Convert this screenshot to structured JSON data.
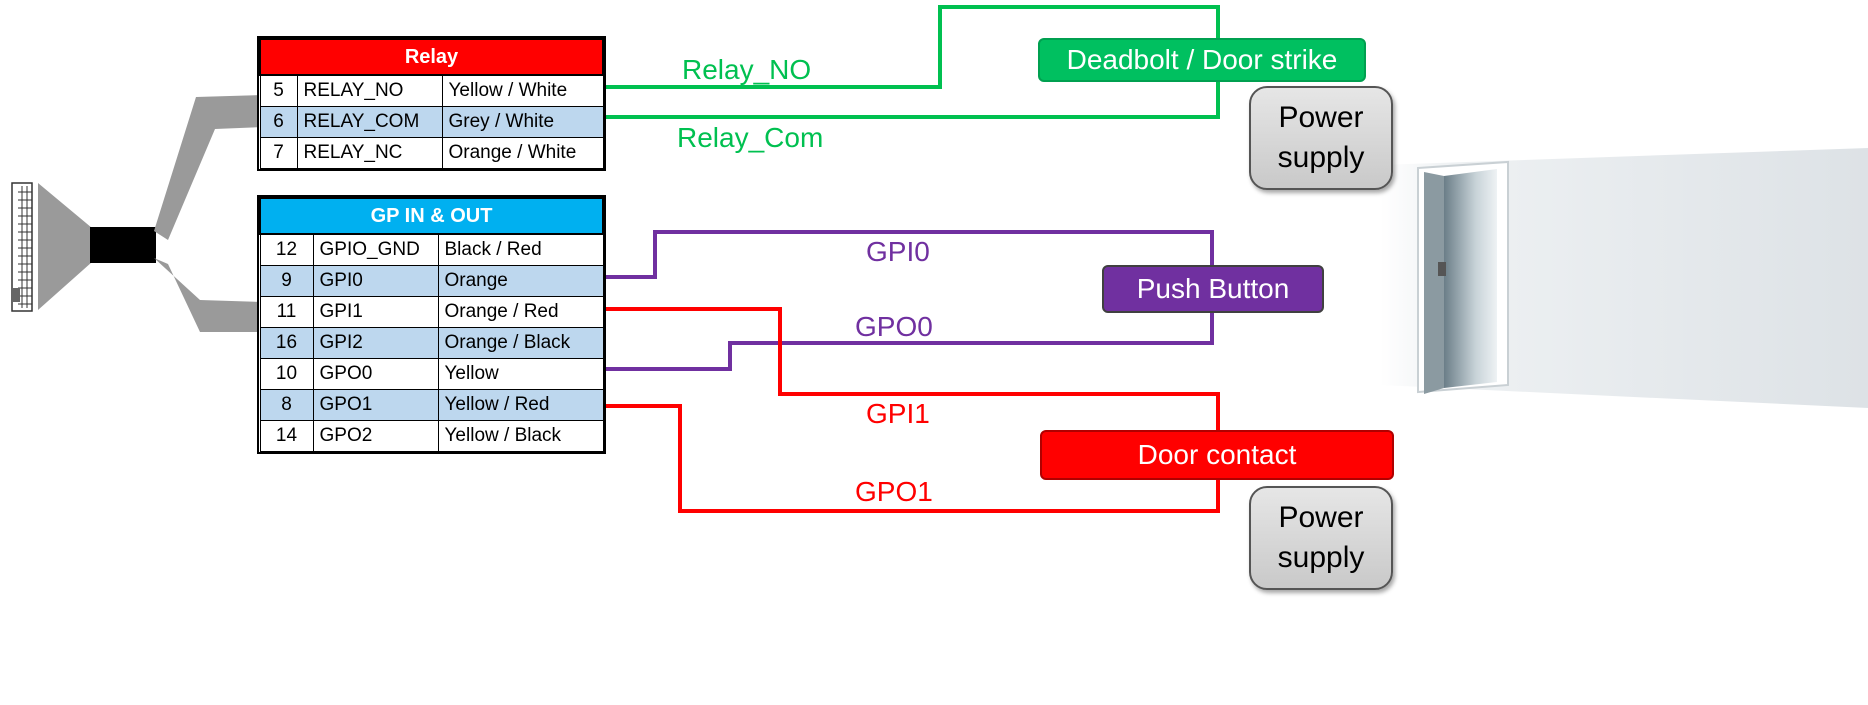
{
  "relay_table": {
    "title": "Relay",
    "header_color": "#ff0000",
    "rows": [
      {
        "pin": "5",
        "signal": "RELAY_NO",
        "wire": "Yellow / White"
      },
      {
        "pin": "6",
        "signal": "RELAY_COM",
        "wire": "Grey / White"
      },
      {
        "pin": "7",
        "signal": "RELAY_NC",
        "wire": "Orange / White"
      }
    ]
  },
  "gpio_table": {
    "title": "GP IN & OUT",
    "header_color": "#00b0f0",
    "rows": [
      {
        "pin": "12",
        "signal": "GPIO_GND",
        "wire": "Black / Red"
      },
      {
        "pin": "9",
        "signal": "GPI0",
        "wire": "Orange"
      },
      {
        "pin": "11",
        "signal": "GPI1",
        "wire": "Orange / Red"
      },
      {
        "pin": "16",
        "signal": "GPI2",
        "wire": "Orange / Black"
      },
      {
        "pin": "10",
        "signal": "GPO0",
        "wire": "Yellow"
      },
      {
        "pin": "8",
        "signal": "GPO1",
        "wire": "Yellow / Red"
      },
      {
        "pin": "14",
        "signal": "GPO2",
        "wire": "Yellow / Black"
      }
    ]
  },
  "wire_labels": {
    "relay_no": "Relay_NO",
    "relay_com": "Relay_Com",
    "gpi0": "GPI0",
    "gpo0": "GPO0",
    "gpi1": "GPI1",
    "gpo1": "GPO1"
  },
  "devices": {
    "deadbolt": "Deadbolt / Door strike",
    "push_button": "Push Button",
    "door_contact": "Door contact",
    "power_supply_top_line1": "Power",
    "power_supply_top_line2": "supply",
    "power_supply_bottom_line1": "Power",
    "power_supply_bottom_line2": "supply"
  },
  "colors": {
    "relay_wire": "#00c050",
    "gpio0_wire": "#7030a0",
    "gpio1_wire": "#ff0000",
    "deadbolt_box": "#00c060",
    "push_button_box": "#7030a0",
    "door_contact_box": "#ff0000",
    "cable": "#9a9a9a"
  },
  "icons": {
    "connector": "connector-icon",
    "door": "door-icon"
  }
}
